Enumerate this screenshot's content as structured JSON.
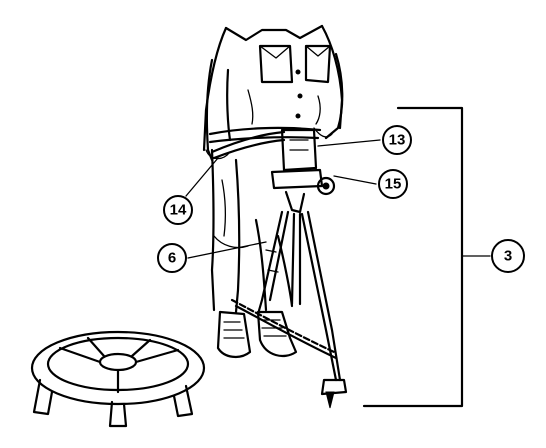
{
  "callouts": [
    {
      "id": "c13",
      "label": "13"
    },
    {
      "id": "c15",
      "label": "15"
    },
    {
      "id": "c14",
      "label": "14"
    },
    {
      "id": "c6",
      "label": "6"
    },
    {
      "id": "c3",
      "label": "3"
    }
  ],
  "colors": {
    "ink": "#000000",
    "paper": "#ffffff"
  }
}
